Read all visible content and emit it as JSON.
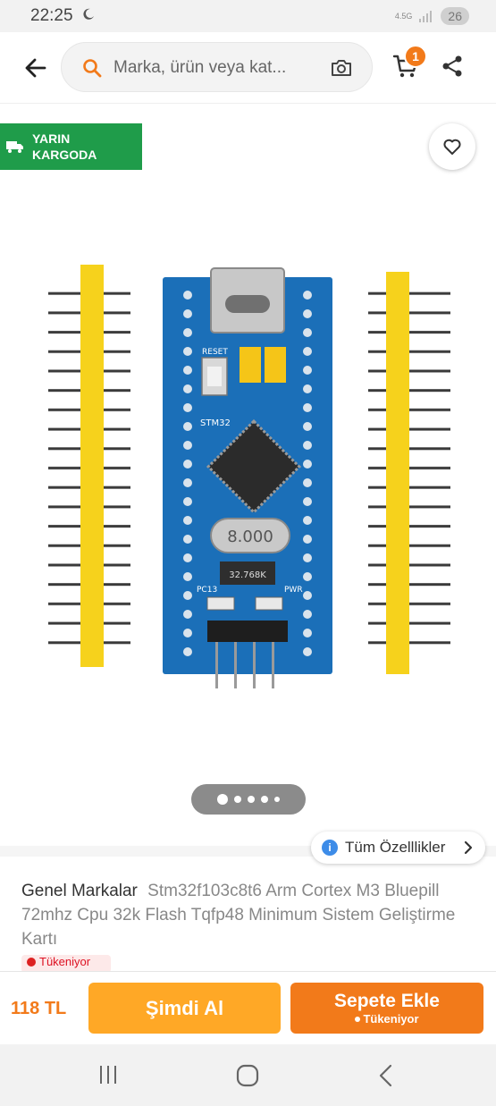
{
  "status_bar": {
    "time": "22:25",
    "network": "4.5G",
    "battery": "26"
  },
  "header": {
    "search_placeholder": "Marka, ürün veya kat...",
    "cart_count": "1"
  },
  "product": {
    "cargo_badge_line1": "YARIN",
    "cargo_badge_line2": "KARGODA",
    "image_count": 5,
    "active_image": 1,
    "specs_label": "Tüm Özelllikler",
    "brand": "Genel Markalar",
    "name": "Stm32f103c8t6 Arm Cortex M3 Bluepill 72mhz Cpu 32k Flash Tqfp48 Minimum Sistem Geliştirme Kartı",
    "stock_badge": "Tükeniyor",
    "image_labels": {
      "chip_marking": "STM32",
      "crystal": "8.000",
      "crystal2": "32.768K",
      "reset": "RESET",
      "pwr": "PWR",
      "pc13": "PC13"
    }
  },
  "actions": {
    "price": "118 TL",
    "buy_now": "Şimdi Al",
    "add_to_cart": "Sepete Ekle",
    "add_to_cart_sub": "Tükeniyor"
  },
  "colors": {
    "accent": "#f27a1a",
    "buy_now": "#ffa826",
    "cargo_green": "#1f9c4a",
    "board_blue": "#1b6fb8",
    "pin_yellow": "#f6d21c"
  }
}
